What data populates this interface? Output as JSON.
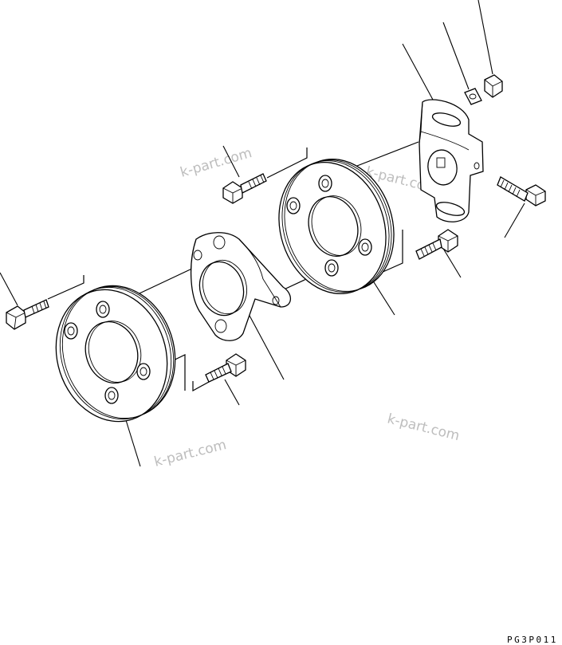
{
  "watermarks": [
    "k-part.com",
    "k-part.com",
    "k-part.com",
    "k-part.com"
  ],
  "drawing_code": "PG3P011"
}
